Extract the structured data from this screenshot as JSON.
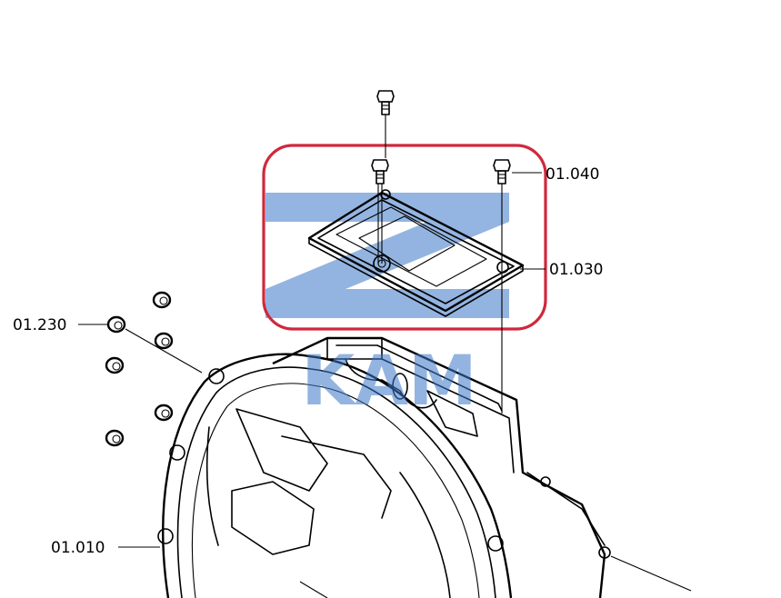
{
  "labels": {
    "bolt_long": "01.040",
    "cover_plate": "01.030",
    "plug": "01.230",
    "housing": "01.010"
  },
  "watermark": {
    "text": "KAM",
    "color": "#3c78c8"
  },
  "highlight_color": "#d0283c"
}
